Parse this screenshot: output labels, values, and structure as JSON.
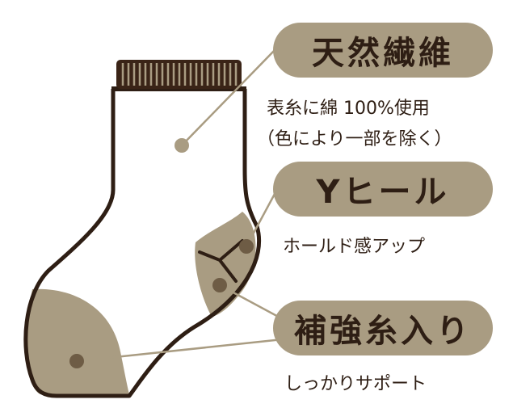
{
  "colors": {
    "outline": "#2e1e14",
    "accent": "#a99c82",
    "line": "#a99c82"
  },
  "features": [
    {
      "title": "天然繊維",
      "lines": [
        "表糸に綿 100%使用",
        "（色により一部を除く）"
      ]
    },
    {
      "title": "Yヒール",
      "lines": [
        "ホールド感アップ"
      ]
    },
    {
      "title": "補強糸入り",
      "lines": [
        "しっかりサポート"
      ]
    }
  ]
}
